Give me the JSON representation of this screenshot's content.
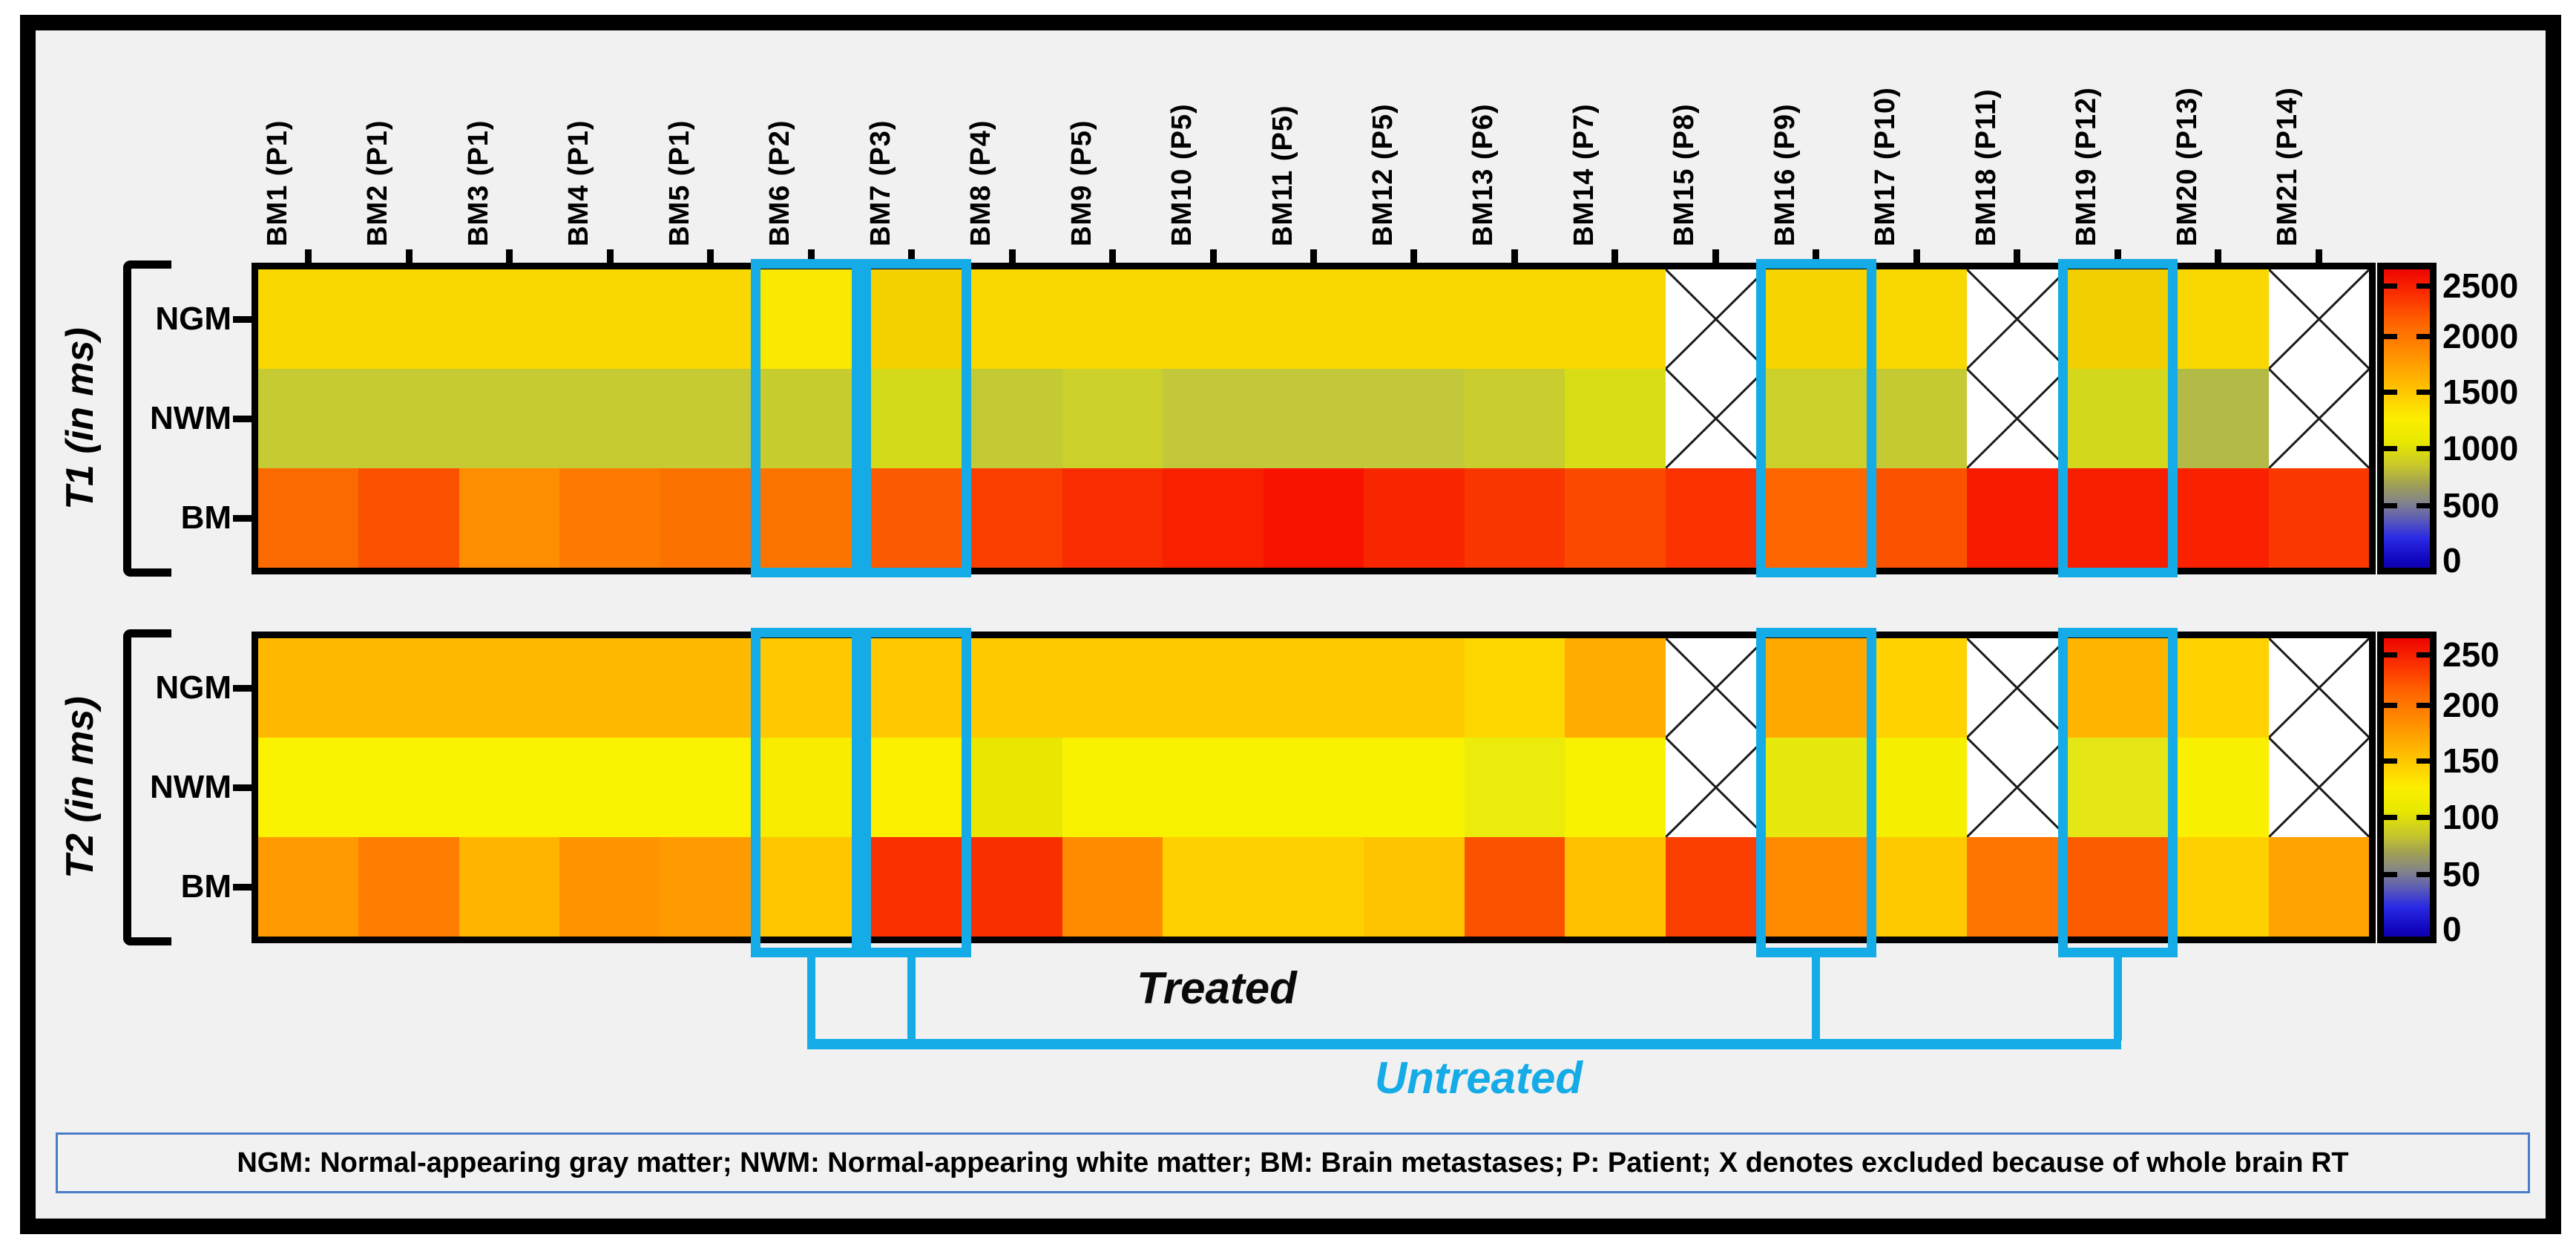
{
  "figure": {
    "background": "#f1f1f1",
    "accent_blue": "#14abe6",
    "frame_color": "#000000"
  },
  "annotations": {
    "treated_label": "Treated",
    "untreated_label": "Untreated",
    "highlighted_columns": [
      "BM6 (P2)",
      "BM7 (P3)",
      "BM16 (P9)",
      "BM19 (P12)"
    ],
    "highlight_column_indices": [
      6,
      7,
      16,
      19
    ],
    "excluded_columns": [
      "BM15 (P8)",
      "BM18 (P11)",
      "BM21 (P14)"
    ],
    "footnote": "NGM: Normal-appearing gray matter; NWM: Normal-appearing white matter; BM: Brain metastases; P: Patient; X denotes excluded because of whole brain RT"
  },
  "chart_data": [
    {
      "type": "heatmap",
      "title": "T1 (in ms)",
      "rows": [
        "NGM",
        "NWM",
        "BM"
      ],
      "columns": [
        "BM1 (P1)",
        "BM2 (P1)",
        "BM3 (P1)",
        "BM4 (P1)",
        "BM5 (P1)",
        "BM6 (P2)",
        "BM7 (P3)",
        "BM8 (P4)",
        "BM9 (P5)",
        "BM10 (P5)",
        "BM11 (P5)",
        "BM12 (P5)",
        "BM13 (P6)",
        "BM14 (P7)",
        "BM15 (P8)",
        "BM16 (P9)",
        "BM17 (P10)",
        "BM18 (P11)",
        "BM19 (P12)",
        "BM20 (P13)",
        "BM21 (P14)"
      ],
      "values": [
        [
          1250,
          1250,
          1250,
          1250,
          1250,
          1100,
          1300,
          1250,
          1250,
          1250,
          1250,
          1250,
          1250,
          1250,
          "X",
          1270,
          1250,
          "X",
          1310,
          1250,
          "X"
        ],
        [
          780,
          780,
          780,
          780,
          780,
          800,
          880,
          790,
          800,
          770,
          770,
          770,
          800,
          890,
          "X",
          810,
          780,
          "X",
          860,
          700,
          "X"
        ],
        [
          1850,
          2000,
          1690,
          1800,
          1830,
          1820,
          1950,
          2100,
          2230,
          2300,
          2420,
          2270,
          2180,
          2060,
          2200,
          1880,
          1990,
          2370,
          2360,
          2350,
          2160
        ]
      ],
      "cell_colors": [
        [
          "#f8d800",
          "#f8d800",
          "#f8d800",
          "#f8d800",
          "#f8d800",
          "#fbe800",
          "#f6d100",
          "#f8d800",
          "#f8d800",
          "#f8d800",
          "#f8d800",
          "#f8d800",
          "#f8d800",
          "#f8d800",
          null,
          "#f5d400",
          "#f8d800",
          null,
          "#f2cf00",
          "#f8d800",
          null
        ],
        [
          "#c6cb33",
          "#c6cb33",
          "#c6cb33",
          "#c6cb33",
          "#c6cb33",
          "#c8cd2e",
          "#d4d91a",
          "#c4ca33",
          "#cbd02b",
          "#c2c83a",
          "#c2c83a",
          "#c2c83a",
          "#c9ce2e",
          "#d8dd15",
          null,
          "#cbd02b",
          "#c5ca33",
          null,
          "#d3d81c",
          "#b3ba45",
          null
        ],
        [
          "#fb6a00",
          "#fa5000",
          "#fe8e00",
          "#fd7a00",
          "#fc7200",
          "#fc7400",
          "#fb5a00",
          "#fa3e00",
          "#f92b00",
          "#f92000",
          "#f71300",
          "#f92600",
          "#fa3600",
          "#fb4a00",
          "#fa3200",
          "#fd6600",
          "#fb5200",
          "#f81b00",
          "#f81e00",
          "#f92100",
          "#fa3800"
        ]
      ],
      "colorbar": {
        "min": 0,
        "max": 2500,
        "tick_labels": [
          "2500",
          "2000",
          "1500",
          "1000",
          "500",
          "0"
        ]
      }
    },
    {
      "type": "heatmap",
      "title": "T2 (in ms)",
      "rows": [
        "NGM",
        "NWM",
        "BM"
      ],
      "columns": [
        "BM1 (P1)",
        "BM2 (P1)",
        "BM3 (P1)",
        "BM4 (P1)",
        "BM5 (P1)",
        "BM6 (P2)",
        "BM7 (P3)",
        "BM8 (P4)",
        "BM9 (P5)",
        "BM10 (P5)",
        "BM11 (P5)",
        "BM12 (P5)",
        "BM13 (P6)",
        "BM14 (P7)",
        "BM15 (P8)",
        "BM16 (P9)",
        "BM17 (P10)",
        "BM18 (P11)",
        "BM19 (P12)",
        "BM20 (P13)",
        "BM21 (P14)"
      ],
      "values": [
        [
          138,
          138,
          138,
          138,
          138,
          128,
          128,
          125,
          125,
          125,
          125,
          125,
          113,
          147,
          "X",
          149,
          117,
          "X",
          140,
          117,
          "X"
        ],
        [
          92,
          92,
          92,
          92,
          92,
          100,
          94,
          85,
          92,
          92,
          92,
          92,
          87,
          92,
          "X",
          84,
          93,
          "X",
          83,
          93,
          "X"
        ],
        [
          157,
          175,
          142,
          162,
          157,
          129,
          228,
          227,
          165,
          121,
          121,
          129,
          198,
          131,
          220,
          165,
          125,
          180,
          193,
          121,
          152
        ]
      ],
      "cell_colors": [
        [
          "#ffb900",
          "#ffb900",
          "#ffb900",
          "#ffb900",
          "#ffb900",
          "#ffc800",
          "#ffc800",
          "#ffc900",
          "#ffc900",
          "#ffc900",
          "#ffc900",
          "#ffc900",
          "#ffd700",
          "#ffab00",
          null,
          "#ffa900",
          "#ffd200",
          null,
          "#ffb500",
          "#ffd200",
          null
        ],
        [
          "#faf200",
          "#faf200",
          "#faf200",
          "#faf200",
          "#faf200",
          "#f8ec00",
          "#faf000",
          "#e9e702",
          "#f8f200",
          "#f8f200",
          "#f8f200",
          "#f8f200",
          "#ecec0c",
          "#f8f200",
          null,
          "#e7e90e",
          "#f6f000",
          null,
          "#e5e616",
          "#f8f000",
          null
        ],
        [
          "#ff9b00",
          "#ff7d00",
          "#ffb400",
          "#ff9300",
          "#ff9b00",
          "#ffc600",
          "#f93000",
          "#fa2f00",
          "#ff8c00",
          "#ffd000",
          "#ffd000",
          "#ffc400",
          "#fb5200",
          "#ffc100",
          "#fa3e00",
          "#ff8c00",
          "#ffc900",
          "#ff7400",
          "#fb5c00",
          "#ffd000",
          "#ffa300"
        ]
      ],
      "colorbar": {
        "min": 0,
        "max": 250,
        "tick_labels": [
          "250",
          "200",
          "150",
          "100",
          "50",
          "0"
        ]
      }
    }
  ]
}
